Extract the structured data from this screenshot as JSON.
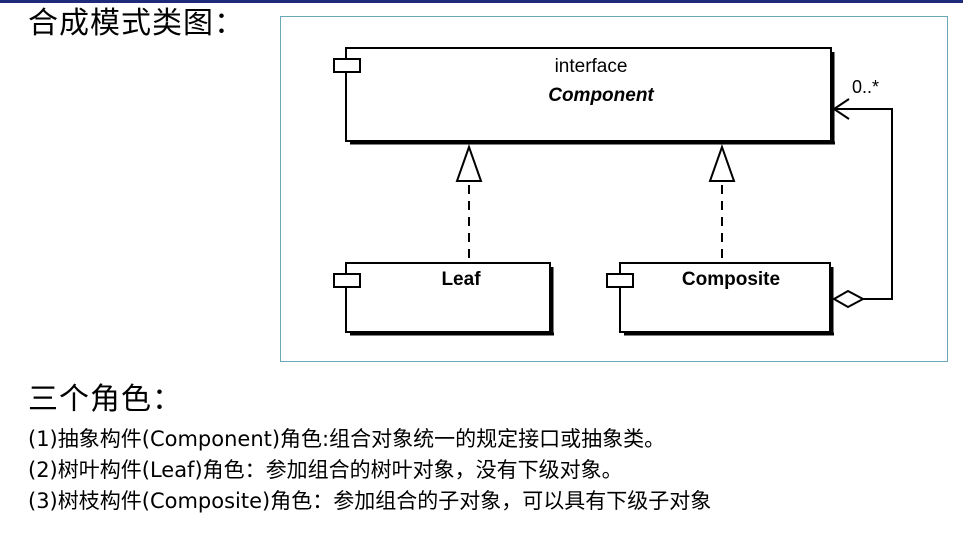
{
  "slide": {
    "title": "合成模式类图：",
    "roles_heading": "三个角色："
  },
  "diagram": {
    "component": {
      "stereotype": "interface",
      "name": "Component"
    },
    "leaf": {
      "name": "Leaf"
    },
    "composite": {
      "name": "Composite"
    },
    "multiplicity": "0..*"
  },
  "roles": [
    {
      "text": "(1)抽象构件(Component)角色:组合对象统一的规定接口或抽象类。"
    },
    {
      "text": "(2)树叶构件(Leaf)角色：参加组合的树叶对象，没有下级对象。"
    },
    {
      "text": "(3)树枝构件(Composite)角色：参加组合的子对象，可以具有下级子对象"
    }
  ],
  "colors": {
    "top_rule": "#1f2a7a",
    "frame_border": "#6aa8b8",
    "ink": "#000000"
  }
}
